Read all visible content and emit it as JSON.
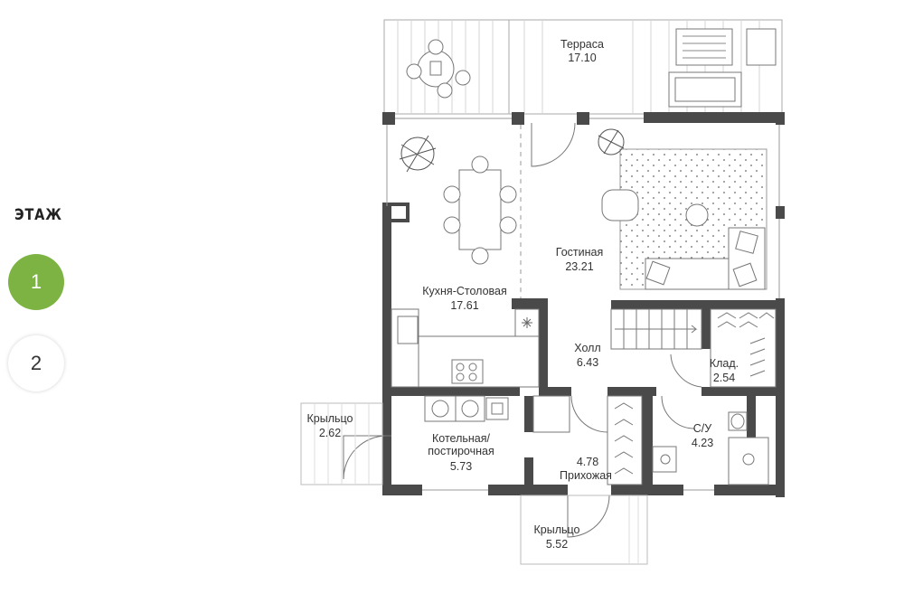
{
  "floor_selector": {
    "label": "ЭТАЖ",
    "floors": [
      {
        "label": "1",
        "active": true
      },
      {
        "label": "2",
        "active": false
      }
    ],
    "active_color": "#7cb342"
  },
  "rooms": {
    "terrace": {
      "name": "Терраса",
      "area": "17.10"
    },
    "living": {
      "name": "Гостиная",
      "area": "23.21"
    },
    "kitchen": {
      "name": "Кухня-Столовая",
      "area": "17.61"
    },
    "hall": {
      "name": "Холл",
      "area": "6.43"
    },
    "storage": {
      "name": "Клад.",
      "area": "2.54"
    },
    "boiler_line1": "Котельная/",
    "boiler_line2": "постирочная",
    "boiler_area": "5.73",
    "bathroom": {
      "name": "С/У",
      "area": "4.23"
    },
    "entrance": {
      "area": "4.78",
      "name": "Прихожая"
    },
    "porch_left": {
      "name": "Крыльцо",
      "area": "2.62"
    },
    "porch_bottom": {
      "name": "Крыльцо",
      "area": "5.52"
    }
  }
}
